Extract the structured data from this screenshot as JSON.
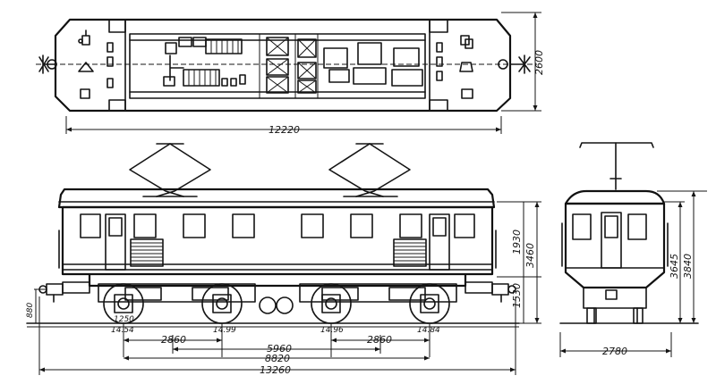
{
  "drawing": {
    "plan": {
      "overall_length": "12220",
      "width": "2600"
    },
    "side": {
      "height_upper": "1930",
      "height_lower": "1530",
      "height_total": "3460",
      "coupler_height": "880",
      "wheel_diameter": "1250",
      "axle_loads": [
        "14.54",
        "14.99",
        "14.96",
        "14.84"
      ],
      "bogie_wheelbase_left": "2860",
      "bogie_wheelbase_right": "2860",
      "bogie_centres": "5960",
      "total_wheelbase": "8820",
      "length_over_couplers": "13260"
    },
    "end": {
      "height_roof": "3645",
      "height_pantograph": "3840",
      "width": "2780"
    }
  }
}
